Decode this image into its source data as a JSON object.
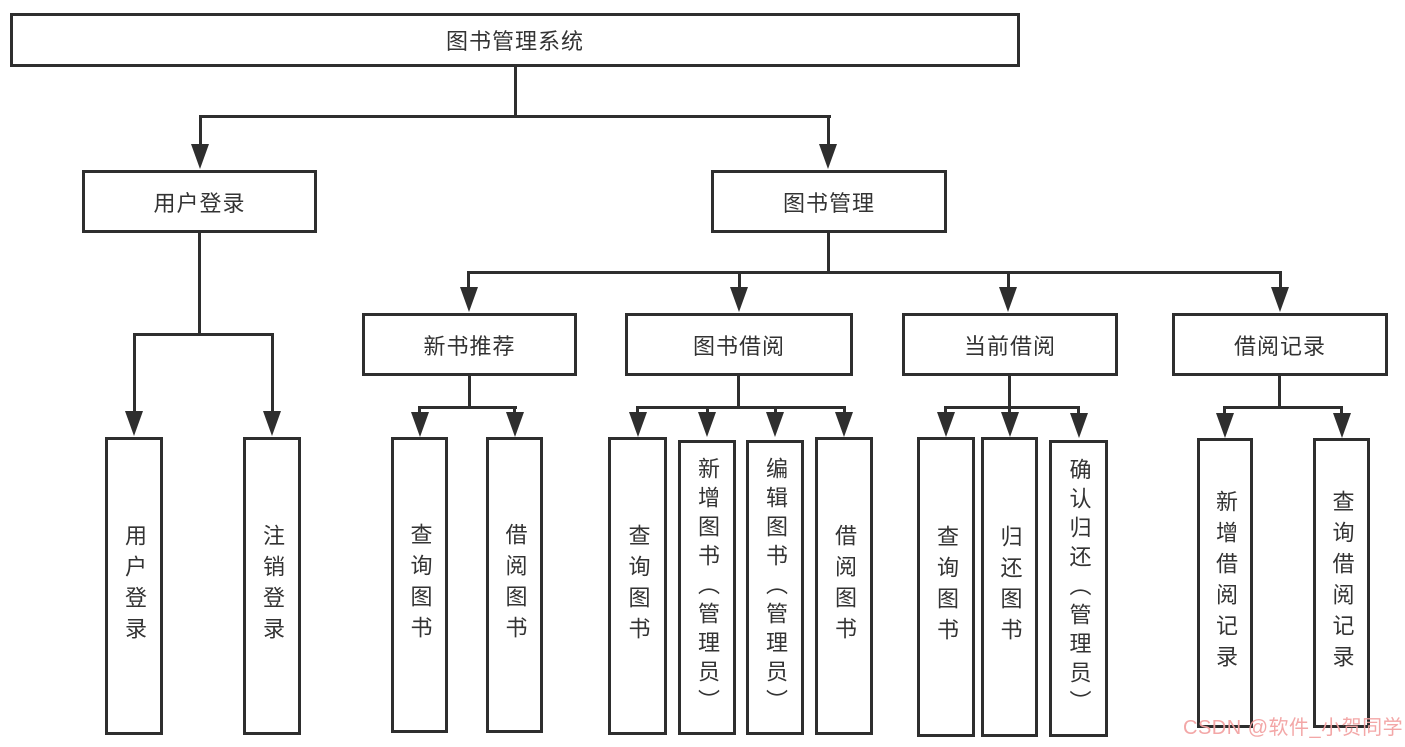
{
  "diagram": {
    "root": {
      "label": "图书管理系统"
    },
    "branches": [
      {
        "label": "用户登录",
        "children": [
          {
            "label": "用户登录"
          },
          {
            "label": "注销登录"
          }
        ]
      },
      {
        "label": "图书管理",
        "children": [
          {
            "label": "新书推荐",
            "children": [
              {
                "label": "查询图书"
              },
              {
                "label": "借阅图书"
              }
            ]
          },
          {
            "label": "图书借阅",
            "children": [
              {
                "label": "查询图书"
              },
              {
                "label": "新增图书（管理员）"
              },
              {
                "label": "编辑图书（管理员）"
              },
              {
                "label": "借阅图书"
              }
            ]
          },
          {
            "label": "当前借阅",
            "children": [
              {
                "label": "查询图书"
              },
              {
                "label": "归还图书"
              },
              {
                "label": "确认归还（管理员）"
              }
            ]
          },
          {
            "label": "借阅记录",
            "children": [
              {
                "label": "新增借阅记录"
              },
              {
                "label": "查询借阅记录"
              }
            ]
          }
        ]
      }
    ]
  },
  "watermark": {
    "text": "CSDN @软件_小贺同学",
    "color": "#f2a2a2"
  },
  "colors": {
    "line": "#2e2e2e",
    "text": "#333333",
    "background": "#ffffff"
  }
}
